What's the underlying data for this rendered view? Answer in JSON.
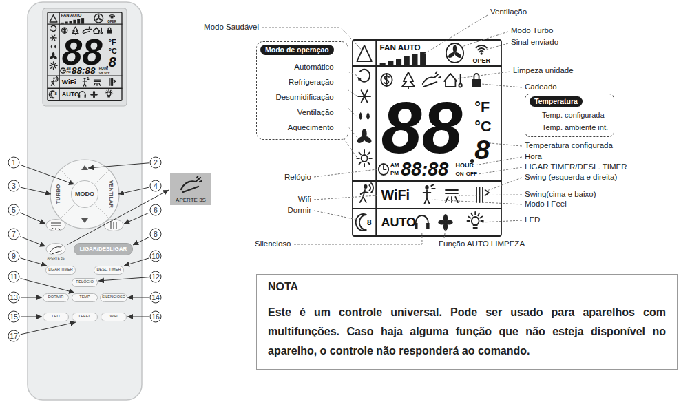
{
  "diagram": {
    "nodes": [
      {
        "text": [
          "MODO"
        ]
      },
      {
        "text": [
          "LIGAR/DESLIGAR"
        ]
      },
      {
        "text": [
          "LIGAR TIMER"
        ]
      },
      {
        "text": [
          "DESL. TIMER"
        ]
      },
      {
        "text": [
          "RELÓGIO"
        ]
      },
      {
        "text": [
          "DORMIR"
        ]
      },
      {
        "text": [
          "TEMP"
        ]
      },
      {
        "text": [
          "SILENCIOSO"
        ]
      },
      {
        "text": [
          "LED"
        ]
      },
      {
        "text": [
          "I FEEL"
        ]
      },
      {
        "text": [
          "WiFi"
        ]
      },
      {
        "text": [
          "APERTE 3S"
        ]
      },
      {
        "text": [
          "Modo de operação",
          "Automático",
          "Refrigeração",
          "Desumidificação",
          "Ventilação",
          "Aquecimento"
        ]
      },
      {
        "text": [
          "Temperatura",
          "Temp. configurada",
          "Temp. ambiente int."
        ]
      },
      {
        "text": [
          "NOTA",
          "Este é um controle universal. Pode ser usado para aparelhos com multifunções. Caso haja alguma função que não esteja disponível no aparelho, o controle não responderá ao comando."
        ]
      }
    ],
    "labels": [
      "FAN AUTO",
      "OPER",
      "88",
      "8",
      "°F",
      "°C",
      "AM",
      "PM",
      "88:88",
      "HOUR",
      "ON",
      "OFF",
      "WiFi",
      "AUTO",
      "8",
      "TURBO",
      "VENTILAR",
      "APERTE 3S",
      "1",
      "2",
      "3",
      "4",
      "5",
      "6",
      "7",
      "8",
      "9",
      "10",
      "11",
      "12",
      "13",
      "14",
      "15",
      "16",
      "17",
      "FAN AUTO",
      "OPER",
      "88",
      "8",
      "°F",
      "°C",
      "AM",
      "PM",
      "88:88",
      "HOUR",
      "ON",
      "OFF",
      "WiFi",
      "AUTO",
      "8",
      "Modo Saudável",
      "Ventilação",
      "Modo Turbo",
      "Sinal enviado",
      "Limpeza unidade",
      "Cadeado",
      "Temperatura configurada",
      "Hora",
      "LIGAR TIMER/DESL. TIMER",
      "Swing (esquerda e direita)",
      "Swing(cima e baixo)",
      "Modo I Feel",
      "LED",
      "Função AUTO LIMPEZA",
      "Relógio",
      "Wifi",
      "Dormir",
      "Silencioso"
    ]
  }
}
